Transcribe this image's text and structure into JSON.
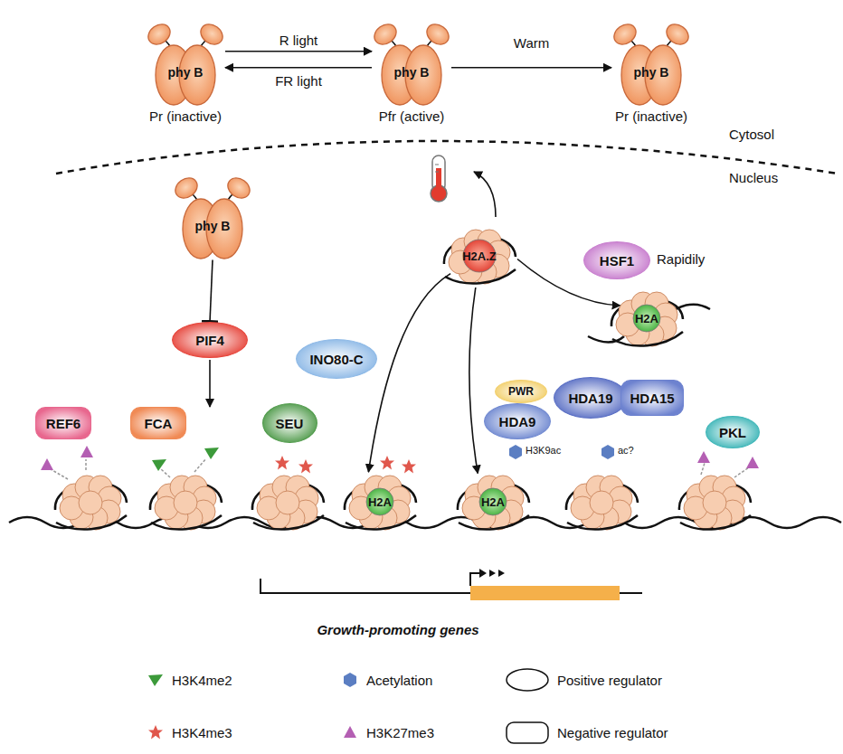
{
  "diagram": {
    "nodes": [
      {
        "text": [
          "phy B",
          "Pr (inactive)"
        ]
      },
      {
        "text": [
          "phy B",
          "Pfr (active)"
        ]
      },
      {
        "text": [
          "phy B",
          "Pr (inactive)"
        ]
      },
      {
        "text": [
          "phy B"
        ]
      },
      {
        "text": [
          "PIF4"
        ]
      },
      {
        "text": [
          "H2A.Z"
        ]
      },
      {
        "text": [
          "HSF1"
        ]
      },
      {
        "text": [
          "H2A"
        ]
      },
      {
        "text": [
          "INO80-C"
        ]
      },
      {
        "text": [
          "REF6"
        ]
      },
      {
        "text": [
          "FCA"
        ]
      },
      {
        "text": [
          "SEU"
        ]
      },
      {
        "text": [
          "PWR"
        ]
      },
      {
        "text": [
          "HDA9"
        ]
      },
      {
        "text": [
          "HDA19"
        ]
      },
      {
        "text": [
          "HDA15"
        ]
      },
      {
        "text": [
          "PKL"
        ]
      },
      {
        "text": [
          "H2A"
        ]
      },
      {
        "text": [
          "H2A"
        ]
      }
    ],
    "edges": [
      {
        "from": 0,
        "to": 1,
        "label": "R light",
        "arrow": "to"
      },
      {
        "from": 1,
        "to": 0,
        "label": "FR light",
        "arrow": "to"
      },
      {
        "from": 1,
        "to": 2,
        "label": "Warm",
        "arrow": "to"
      },
      {
        "from": 3,
        "to": 4,
        "arrow": "to"
      },
      {
        "from": 5,
        "to": 17,
        "arrow": "to"
      },
      {
        "from": 5,
        "to": 18,
        "arrow": "to"
      },
      {
        "from": 5,
        "to": 7,
        "arrow": "to"
      }
    ],
    "labels": [
      "Cytosol",
      "Nucleus",
      "Rapidily",
      "H3K9ac",
      "ac?",
      "Growth-promoting genes"
    ],
    "legend": [
      {
        "text": "H3K4me2"
      },
      {
        "text": "Acetylation"
      },
      {
        "text": "Positive regulator"
      },
      {
        "text": "H3K4me3"
      },
      {
        "text": "H3K27me3"
      },
      {
        "text": "Negative regulator"
      }
    ]
  }
}
